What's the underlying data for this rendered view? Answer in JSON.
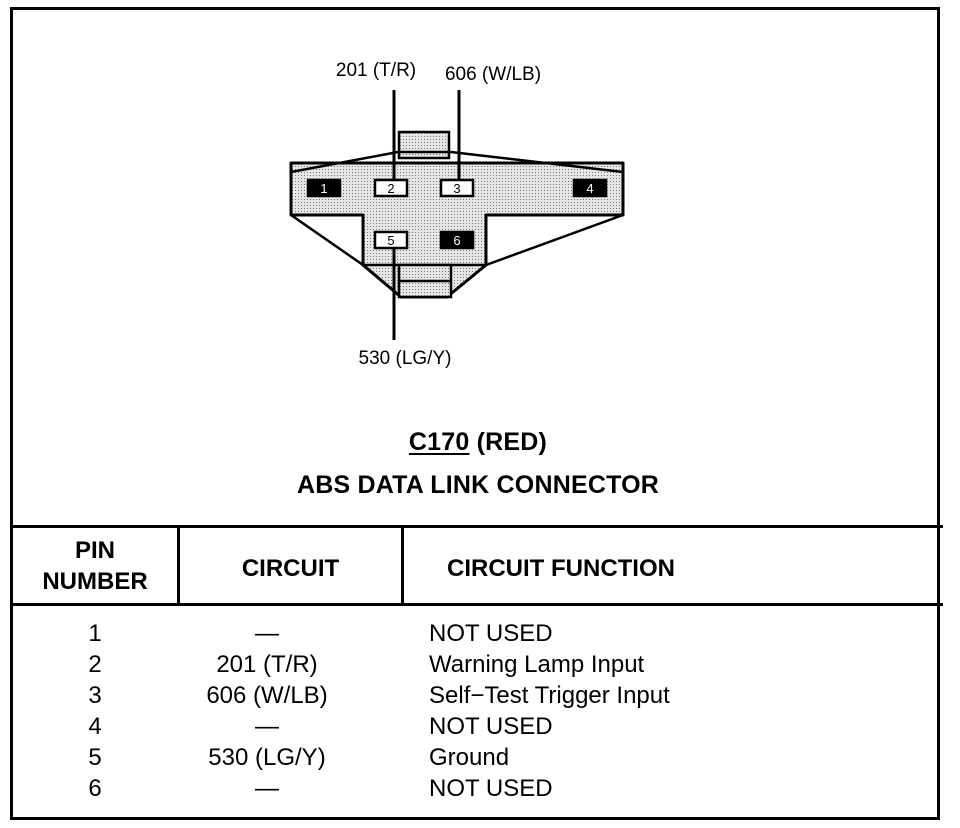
{
  "diagram": {
    "wire_labels": {
      "pin2": "201 (T/R)",
      "pin3": "606 (W/LB)",
      "pin5": "530 (LG/Y)"
    },
    "pins": [
      {
        "number": "1",
        "filled": true
      },
      {
        "number": "2",
        "filled": false
      },
      {
        "number": "3",
        "filled": false
      },
      {
        "number": "4",
        "filled": true
      },
      {
        "number": "5",
        "filled": false
      },
      {
        "number": "6",
        "filled": true
      }
    ],
    "connector_id": "C170",
    "connector_color": "(RED)",
    "connector_name": "ABS DATA LINK CONNECTOR"
  },
  "table": {
    "headers": {
      "pin_line1": "PIN",
      "pin_line2": "NUMBER",
      "circuit": "CIRCUIT",
      "function": "CIRCUIT FUNCTION"
    },
    "rows": [
      {
        "pin": "1",
        "circuit": "—",
        "function": "NOT USED"
      },
      {
        "pin": "2",
        "circuit": "201 (T/R)",
        "function": "Warning Lamp Input"
      },
      {
        "pin": "3",
        "circuit": "606 (W/LB)",
        "function": "Self−Test Trigger Input"
      },
      {
        "pin": "4",
        "circuit": "—",
        "function": "NOT USED"
      },
      {
        "pin": "5",
        "circuit": "530 (LG/Y)",
        "function": "Ground"
      },
      {
        "pin": "6",
        "circuit": "—",
        "function": "NOT USED"
      }
    ]
  }
}
